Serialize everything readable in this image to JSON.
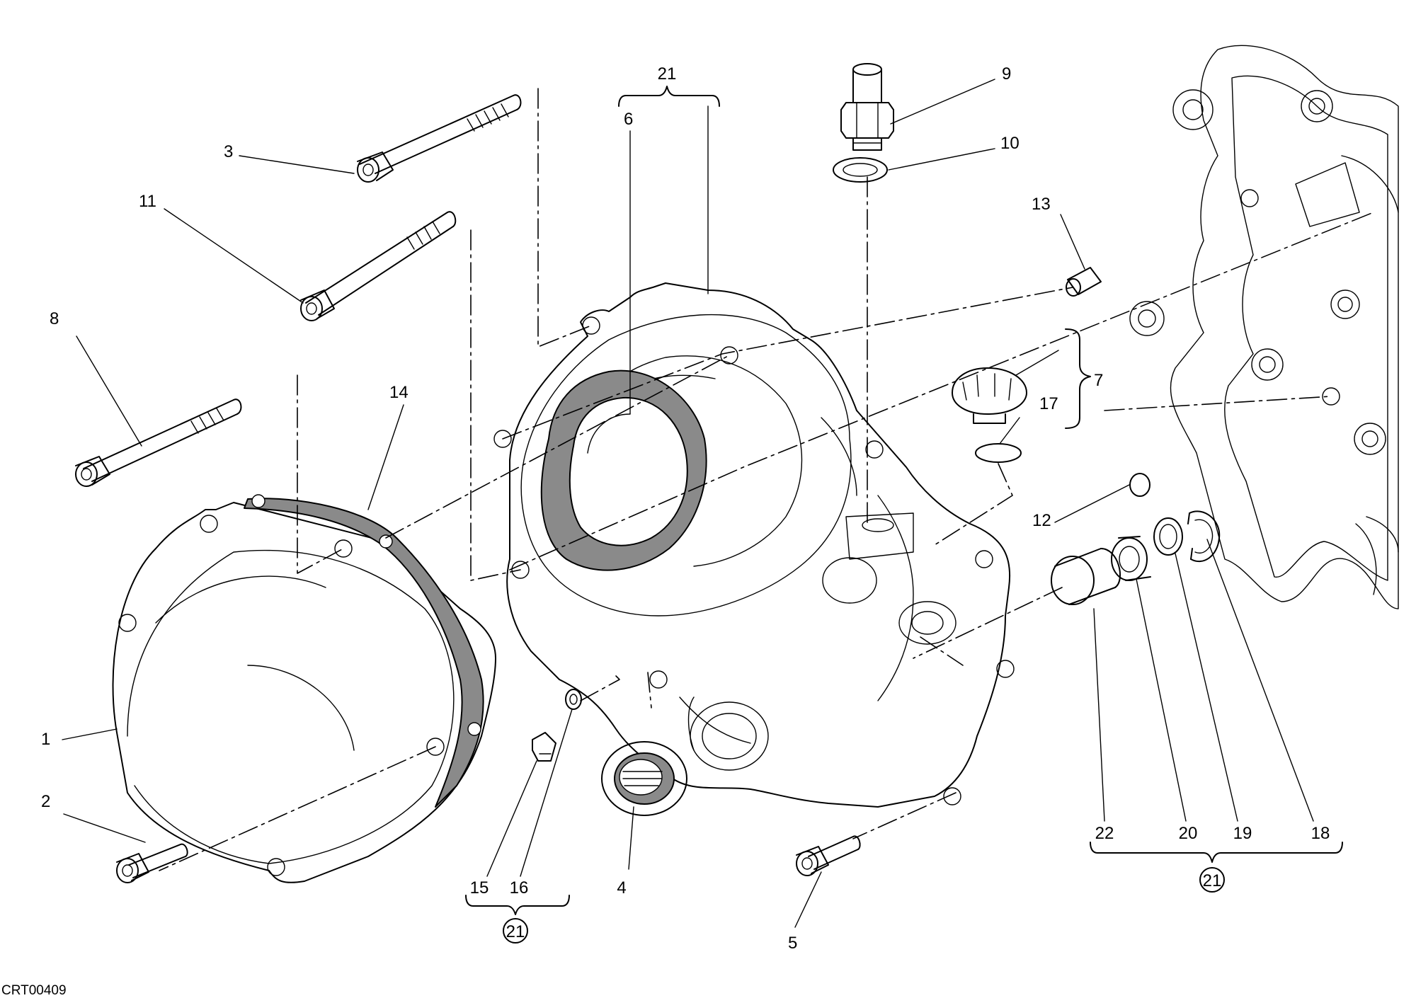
{
  "callouts": {
    "c1": "1",
    "c2": "2",
    "c3": "3",
    "c4": "4",
    "c5": "5",
    "c6": "6",
    "c7": "7",
    "c8": "8",
    "c9": "9",
    "c10": "10",
    "c11": "11",
    "c12": "12",
    "c13": "13",
    "c14": "14",
    "c15": "15",
    "c16": "16",
    "c17": "17",
    "c18": "18",
    "c19": "19",
    "c20": "20",
    "c21_top": "21",
    "c22": "22"
  },
  "kits": {
    "kit_left": "21",
    "kit_right": "21"
  },
  "drawing_ref": "CRT00409"
}
